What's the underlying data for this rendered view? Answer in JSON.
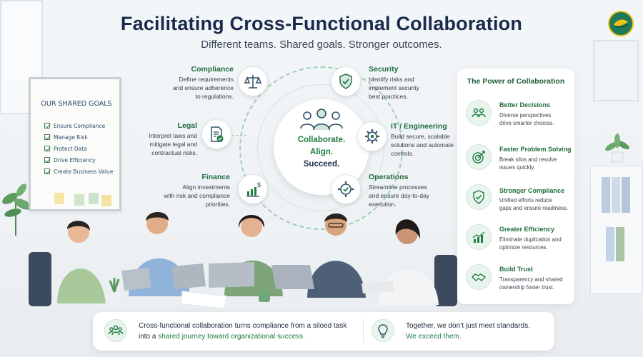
{
  "header": {
    "title": "Facilitating Cross-Functional Collaboration",
    "subtitle": "Different teams. Shared goals. Stronger outcomes."
  },
  "whiteboard": {
    "title": "OUR SHARED GOALS",
    "items": [
      "Ensure Compliance",
      "Manage Risk",
      "Protect Data",
      "Drive Efficiency",
      "Create Business Value"
    ]
  },
  "center": {
    "lines": [
      "Collaborate.",
      "Align.",
      "Succeed."
    ],
    "icon": "team-icon"
  },
  "functions": [
    {
      "title": "Compliance",
      "desc": [
        "Define requirements",
        "and ensure adherence",
        "to regulations."
      ],
      "icon": "scales-icon"
    },
    {
      "title": "Security",
      "desc": [
        "Identify risks and",
        "implement security",
        "best practices."
      ],
      "icon": "shield-icon"
    },
    {
      "title": "Legal",
      "desc": [
        "Interpret laws and",
        "mitigate legal and",
        "contractual risks."
      ],
      "icon": "document-check-icon"
    },
    {
      "title": "IT / Engineering",
      "desc": [
        "Build secure, scalable",
        "solutions and automate",
        "controls."
      ],
      "icon": "gear-icon"
    },
    {
      "title": "Finance",
      "desc": [
        "Align investments",
        "with risk and compliance",
        "priorities."
      ],
      "icon": "finance-chart-icon"
    },
    {
      "title": "Operations",
      "desc": [
        "Streamline processes",
        "and ensure day-to-day",
        "execution."
      ],
      "icon": "cog-check-icon"
    }
  ],
  "panel": {
    "title": "The Power of Collaboration",
    "items": [
      {
        "title": "Better Decisions",
        "desc": [
          "Diverse perspectives",
          "drive smarter choices."
        ],
        "icon": "people-icon"
      },
      {
        "title": "Faster Problem Solving",
        "desc": [
          "Break silos and resolve",
          "issues quickly."
        ],
        "icon": "target-icon"
      },
      {
        "title": "Stronger Compliance",
        "desc": [
          "Unified efforts reduce",
          "gaps and ensure readiness."
        ],
        "icon": "shield-check-icon"
      },
      {
        "title": "Greater Efficiency",
        "desc": [
          "Eliminate duplication and",
          "optimize resources."
        ],
        "icon": "growth-chart-icon"
      },
      {
        "title": "Build Trust",
        "desc": [
          "Transparency and shared",
          "ownership foster trust."
        ],
        "icon": "handshake-icon"
      }
    ]
  },
  "bottom": {
    "left": {
      "line1": "Cross-functional collaboration turns compliance from a siloed task",
      "line2_prefix": "into a ",
      "line2_highlight": "shared journey toward organizational success.",
      "icon": "group-icon"
    },
    "right": {
      "line1": "Together, we don’t just meet standards.",
      "line2": "We exceed them.",
      "icon": "lightbulb-icon"
    }
  },
  "colors": {
    "primary_green": "#1f7d43",
    "title_navy": "#1b2a4a",
    "accent_yellow": "#f3c21d"
  }
}
